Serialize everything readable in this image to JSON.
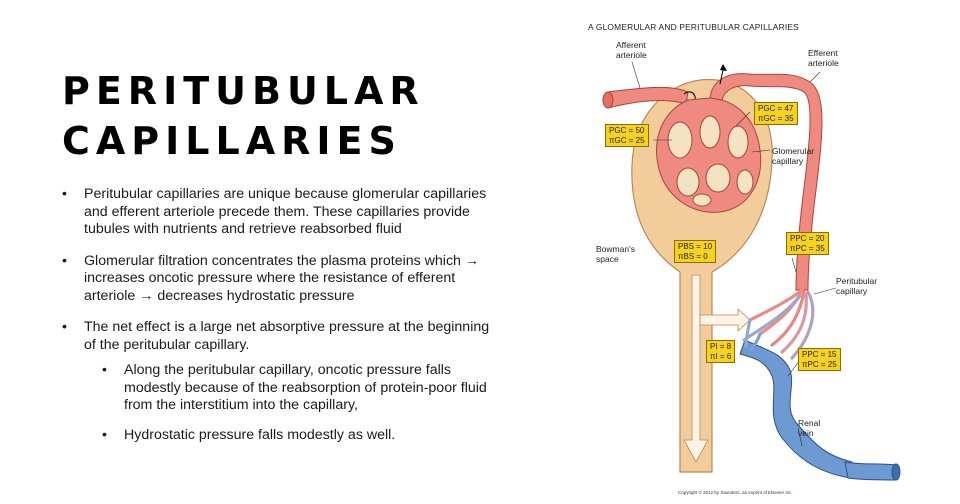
{
  "slide": {
    "title_line1": "PERITUBULAR",
    "title_line2": "CAPILLARIES",
    "bullets": [
      "Peritubular capillaries are unique because glomerular capillaries and efferent arteriole precede them. These capillaries provide tubules with nutrients and retrieve reabsorbed fluid",
      "Glomerular filtration concentrates the plasma proteins which → increases oncotic pressure where the resistance of efferent arteriole → decreases hydrostatic pressure",
      "The net effect is a large net absorptive pressure at the beginning of the peritubular capillary."
    ],
    "sub_bullets": [
      "Along the peritubular capillary, oncotic pressure falls modestly because of the reabsorption of protein-poor fluid from the interstitium into the capillary,",
      "Hydrostatic pressure falls modestly as well."
    ]
  },
  "figure": {
    "heading": "A   GLOMERULAR AND PERITUBULAR CAPILLARIES",
    "labels": {
      "afferent": "Afferent\narteriole",
      "efferent": "Efferent\narteriole",
      "glomerular": "Glomerular\ncapillary",
      "bowmans": "Bowman's\nspace",
      "peritubular": "Peritubular\ncapillary",
      "renal_vein": "Renal\nvein"
    },
    "boxes": {
      "gc_left": [
        "PGC = 50",
        "πGC = 25"
      ],
      "gc_right": [
        "PGC = 47",
        "πGC = 35"
      ],
      "bs": [
        "PBS = 10",
        "πBS = 0"
      ],
      "pc_top": [
        "PPC = 20",
        "πPC = 35"
      ],
      "io": [
        "PI = 8",
        "πI = 6"
      ],
      "pc_bottom": [
        "PPC = 15",
        "πPC = 25"
      ]
    },
    "copyright": "Copyright © 2012 by Saunders, an imprint of Elsevier Inc.",
    "colors": {
      "capsule": "#f3cc9c",
      "vessel": "#ef8a80",
      "vein": "#6e9ad4",
      "box": "#f7d21c"
    }
  }
}
